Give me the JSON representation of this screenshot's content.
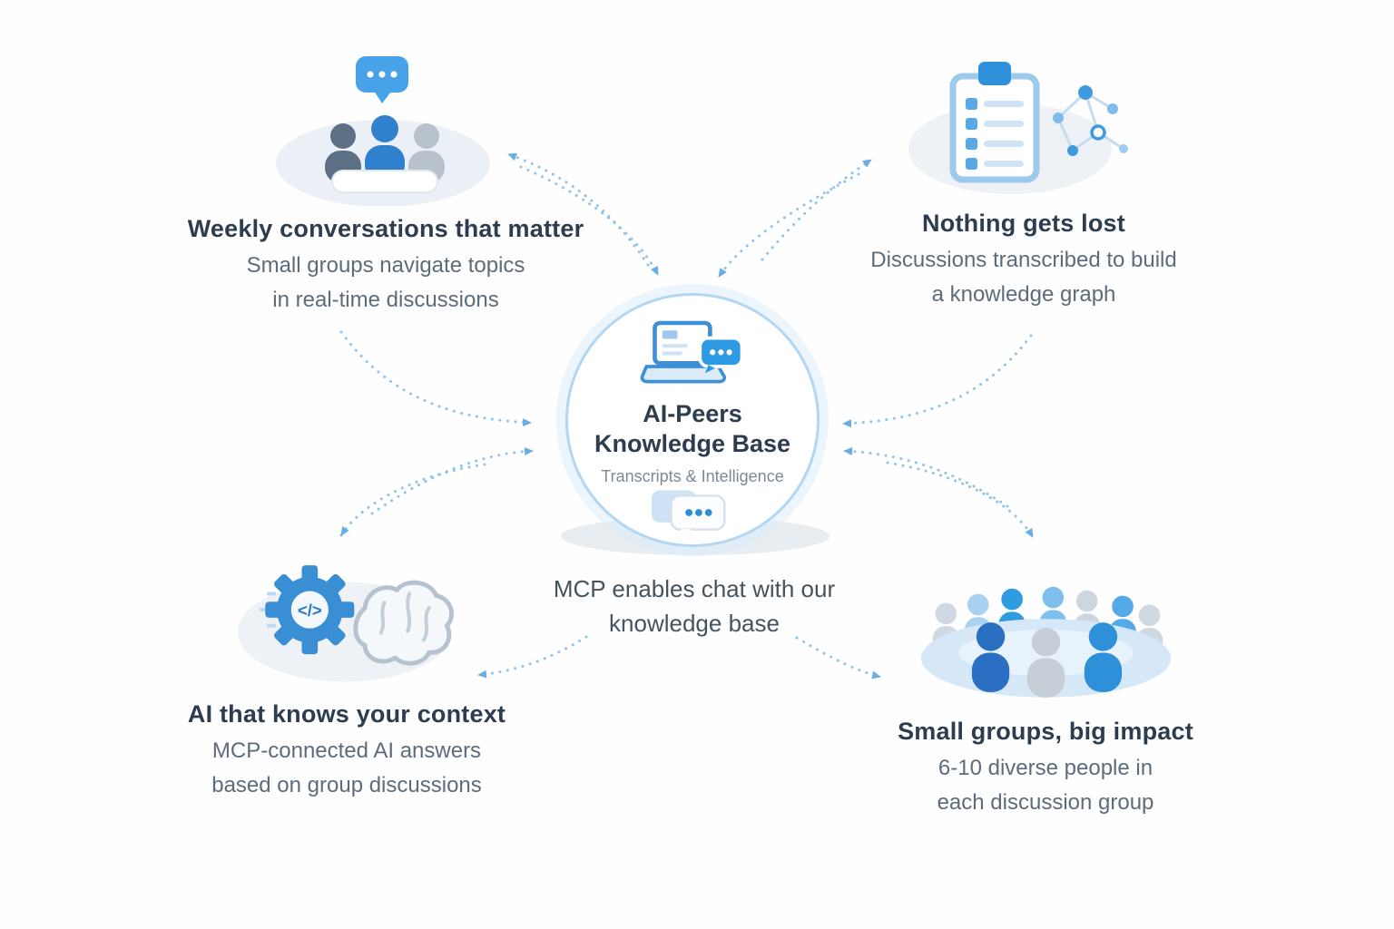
{
  "center": {
    "title_line1": "AI-Peers",
    "title_line2": "Knowledge Base",
    "subtitle": "Transcripts & Intelligence",
    "caption_line1": "MCP enables chat with our",
    "caption_line2": "knowledge base"
  },
  "nodes": {
    "top_left": {
      "title": "Weekly conversations that matter",
      "desc_line1": "Small groups navigate topics",
      "desc_line2": "in real-time discussions",
      "icon": "group-discussion-icon"
    },
    "top_right": {
      "title": "Nothing gets lost",
      "desc_line1": "Discussions transcribed to build",
      "desc_line2": "a knowledge graph",
      "icon": "transcript-knowledge-graph-icon"
    },
    "bottom_left": {
      "title": "AI that knows your context",
      "desc_line1": "MCP-connected AI answers",
      "desc_line2": "based on group discussions",
      "icon": "gear-code-brain-icon"
    },
    "bottom_right": {
      "title": "Small groups, big impact",
      "desc_line1": "6-10 diverse people in",
      "desc_line2": "each discussion group",
      "icon": "discussion-table-icon"
    }
  },
  "icons": {
    "code_glyph": "</>"
  },
  "colors": {
    "accent_blue": "#2e90d8",
    "light_blue": "#9ccaec",
    "arrow_blue": "#8fc2ec",
    "title_text": "#2d3c4e",
    "body_text": "#5d6c7b"
  }
}
